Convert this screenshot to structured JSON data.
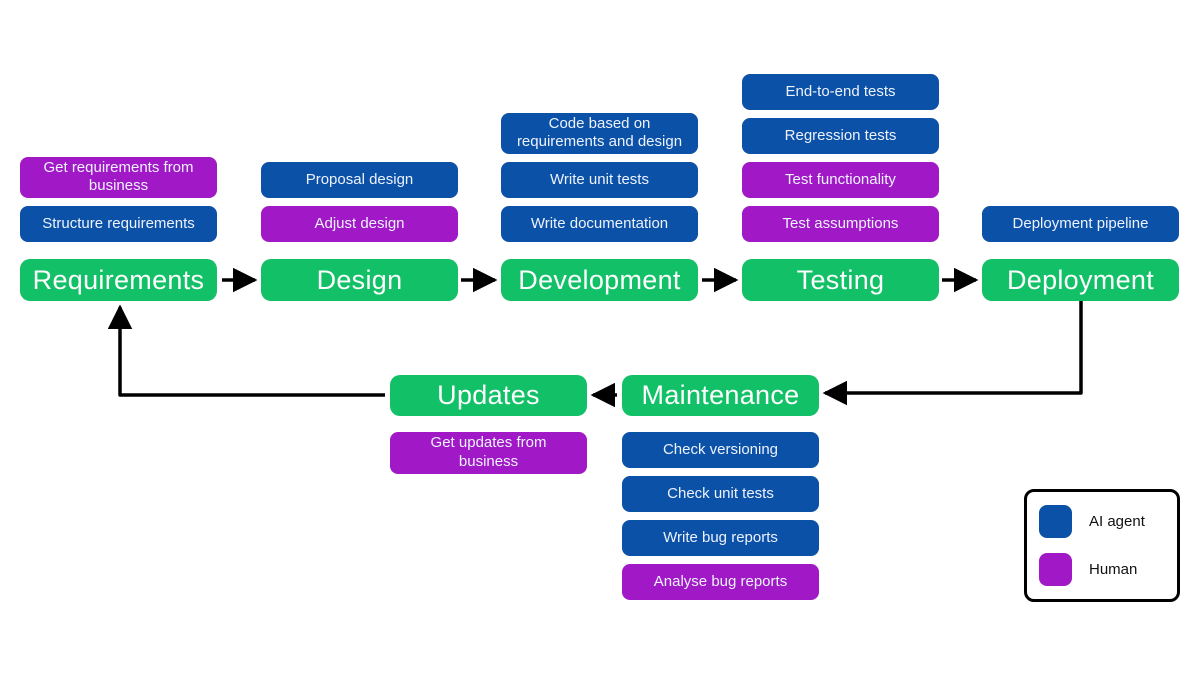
{
  "palette": {
    "stage_green": "#12c167",
    "ai_blue": "#0b51a8",
    "human_purple": "#a119c6",
    "arrow_black": "#000000",
    "text_white": "#ffffff"
  },
  "stages": [
    {
      "label": "Requirements",
      "tasks": [
        {
          "label": "Get requirements from business",
          "actor": "human"
        },
        {
          "label": "Structure requirements",
          "actor": "ai"
        }
      ]
    },
    {
      "label": "Design",
      "tasks": [
        {
          "label": "Proposal design",
          "actor": "ai"
        },
        {
          "label": "Adjust design",
          "actor": "human"
        }
      ]
    },
    {
      "label": "Development",
      "tasks": [
        {
          "label": "Code based on requirements and design",
          "actor": "ai"
        },
        {
          "label": "Write unit tests",
          "actor": "ai"
        },
        {
          "label": "Write documentation",
          "actor": "ai"
        }
      ]
    },
    {
      "label": "Testing",
      "tasks": [
        {
          "label": "End-to-end tests",
          "actor": "ai"
        },
        {
          "label": "Regression tests",
          "actor": "ai"
        },
        {
          "label": "Test functionality",
          "actor": "human"
        },
        {
          "label": "Test assumptions",
          "actor": "human"
        }
      ]
    },
    {
      "label": "Deployment",
      "tasks": [
        {
          "label": "Deployment pipeline",
          "actor": "ai"
        }
      ]
    },
    {
      "label": "Maintenance",
      "tasks": [
        {
          "label": "Check versioning",
          "actor": "ai"
        },
        {
          "label": "Check unit tests",
          "actor": "ai"
        },
        {
          "label": "Write bug reports",
          "actor": "ai"
        },
        {
          "label": "Analyse bug reports",
          "actor": "human"
        }
      ]
    },
    {
      "label": "Updates",
      "tasks": [
        {
          "label": "Get updates from business",
          "actor": "human"
        }
      ]
    }
  ],
  "legend": {
    "items": [
      {
        "label": "AI agent",
        "color": "#0b51a8"
      },
      {
        "label": "Human",
        "color": "#a119c6"
      }
    ]
  }
}
